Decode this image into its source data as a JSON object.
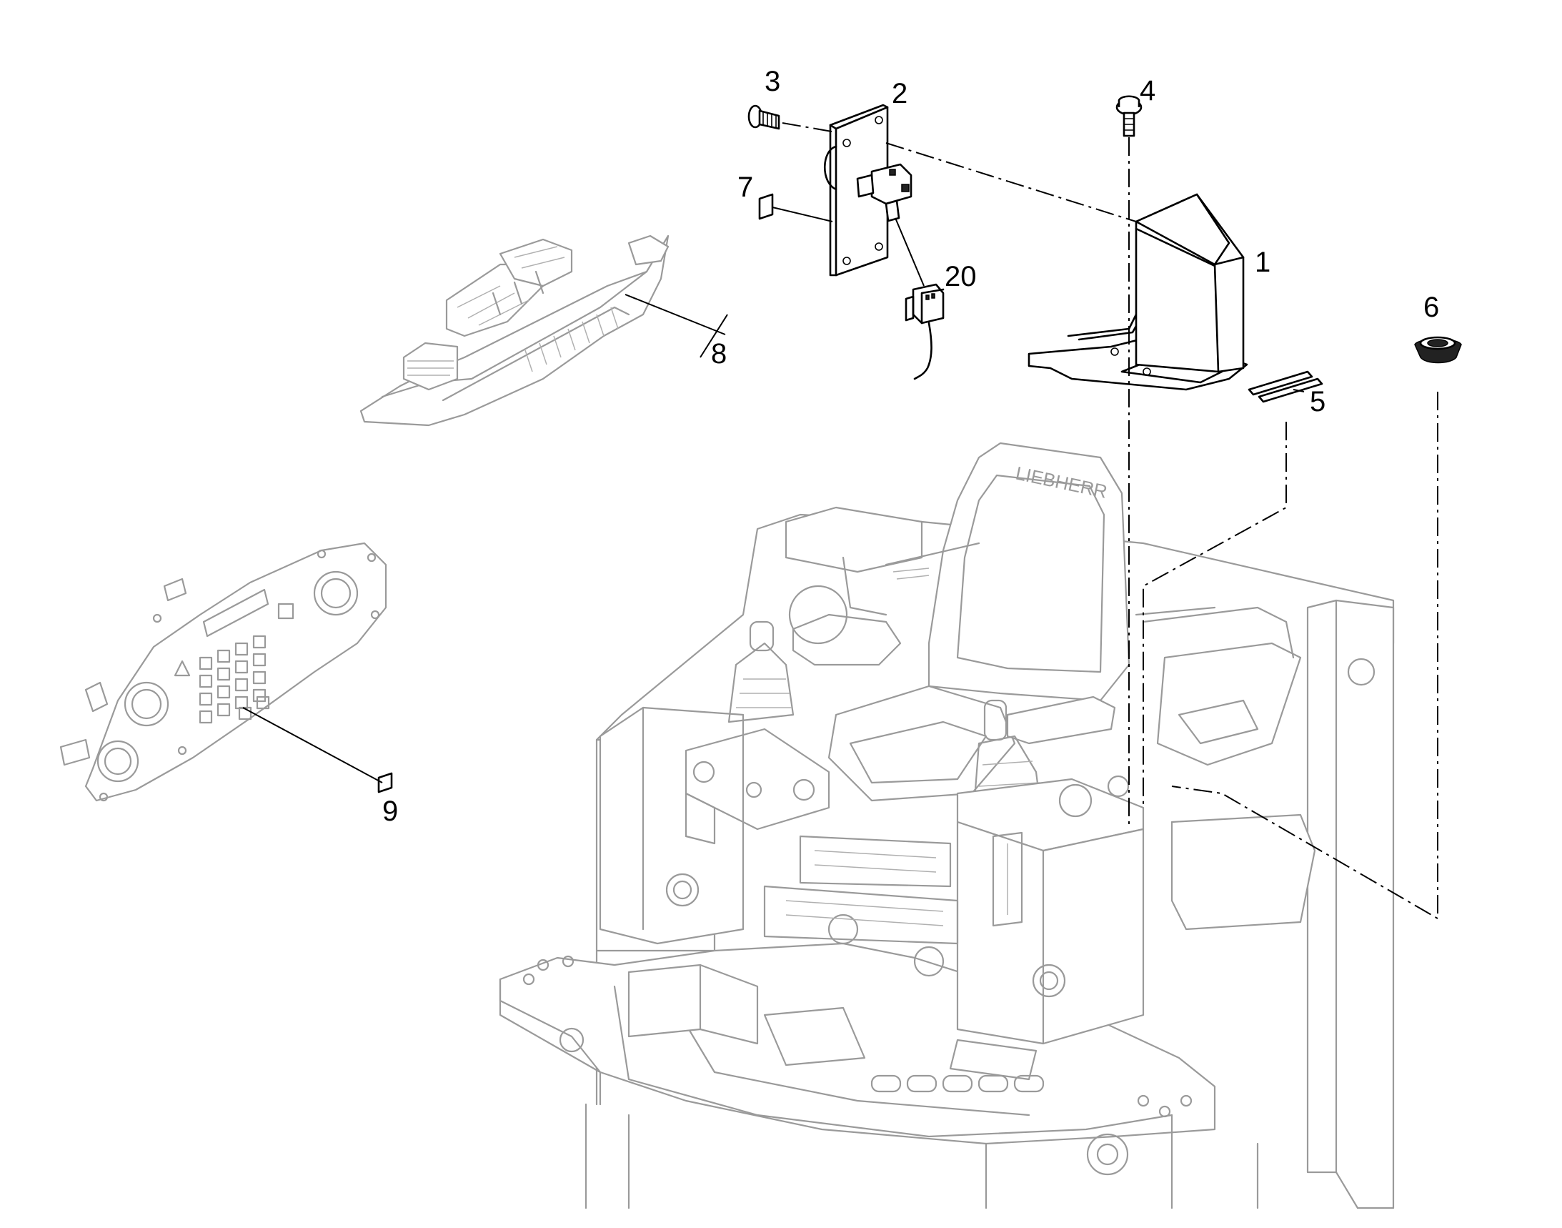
{
  "diagram": {
    "callouts": [
      {
        "id": "1",
        "label": "1"
      },
      {
        "id": "2",
        "label": "2"
      },
      {
        "id": "3",
        "label": "3"
      },
      {
        "id": "4",
        "label": "4"
      },
      {
        "id": "5",
        "label": "5"
      },
      {
        "id": "6",
        "label": "6"
      },
      {
        "id": "7",
        "label": "7"
      },
      {
        "id": "8",
        "label": "8"
      },
      {
        "id": "9",
        "label": "9"
      },
      {
        "id": "20",
        "label": "20"
      }
    ],
    "seat_brand": "LIEBHERR",
    "colors": {
      "line": "#000000",
      "context_line": "#9a9a9a",
      "background": "#ffffff"
    }
  }
}
